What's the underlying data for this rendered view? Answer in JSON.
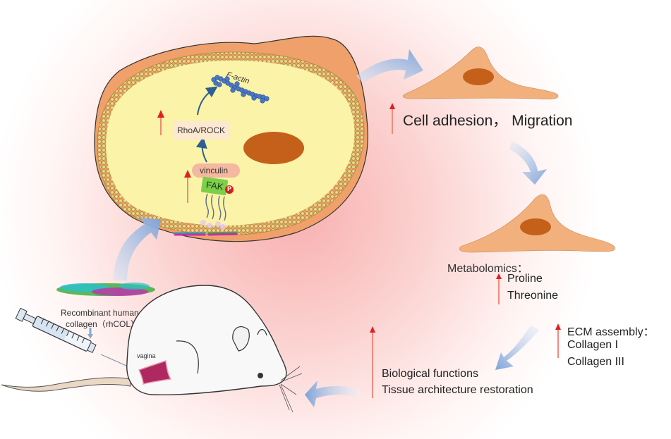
{
  "figure": {
    "type": "graphical-abstract",
    "colors": {
      "background_glow": "#f8b8b8",
      "cell_membrane_outer": "#e8945a",
      "cytoplasm": "#faf3a8",
      "nucleus": "#c4601a",
      "fibroblast": "#f2b07c",
      "flow_arrow": "#7fa3d8",
      "up_arrow": "#e02020",
      "pathway_arrow": "#2f5f8f",
      "actin": "#4a78c4",
      "fak_box": "#7ccf4a",
      "phospho": "#d0201a",
      "vinculin_box": "#f4b8a0",
      "rhoa_box": "#fde9d2"
    }
  },
  "cell_panel": {
    "f_actin_label": "F-actin",
    "rhoa_rock_label": "RhoA/ROCK",
    "vinculin_label": "vinculin",
    "fak_label": "FAK",
    "phospho_label": "P"
  },
  "migration_panel": {
    "label": "Cell adhesion， Migration"
  },
  "metabolomics_panel": {
    "heading": "Metabolomics：",
    "items": [
      "Proline",
      "Threonine"
    ]
  },
  "ecm_panel": {
    "heading": "ECM assembly：",
    "items": [
      "Collagen I",
      "Collagen III"
    ]
  },
  "outcome_panel": {
    "lines": [
      "Biological functions",
      "Tissue architecture restoration"
    ]
  },
  "injection_panel": {
    "label_line1": "Recombinant human",
    "label_line2": "collagen（rhCOL）",
    "site_label": "vagina"
  }
}
